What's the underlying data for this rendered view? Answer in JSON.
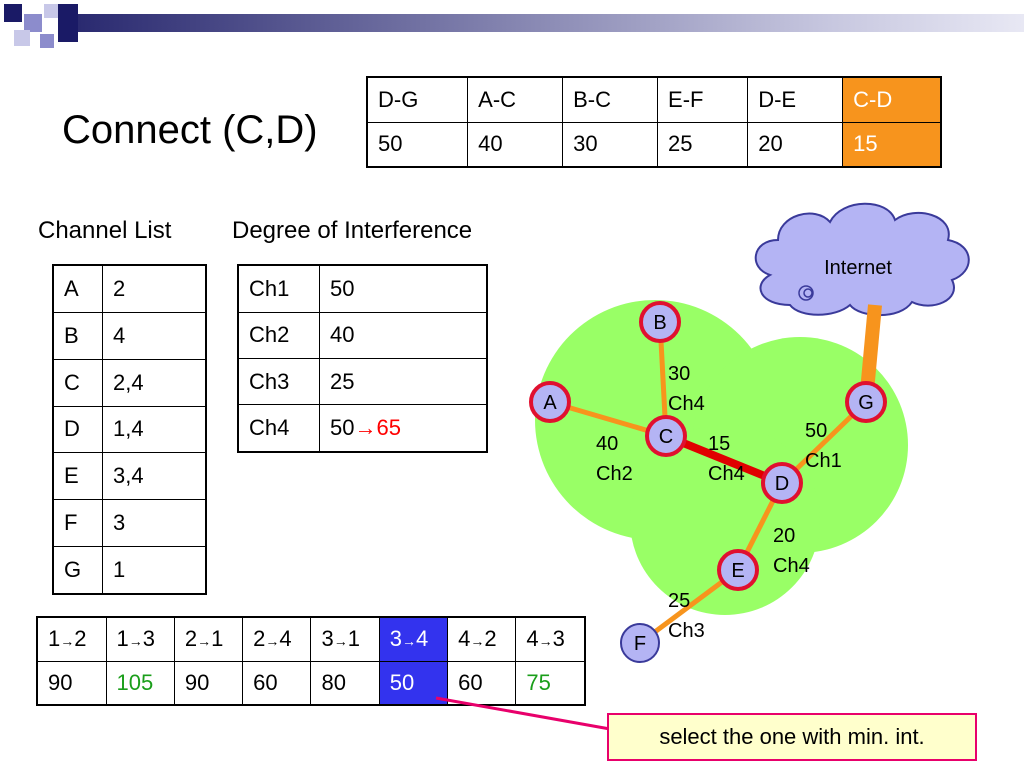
{
  "title": "Connect (C,D)",
  "edge_table": {
    "headers": [
      "D-G",
      "A-C",
      "B-C",
      "E-F",
      "D-E",
      "C-D"
    ],
    "values": [
      "50",
      "40",
      "30",
      "25",
      "20",
      "15"
    ],
    "highlight_color": "#f7941d"
  },
  "channel_list": {
    "caption": "Channel List",
    "rows": [
      {
        "node": "A",
        "channels": "2"
      },
      {
        "node": "B",
        "channels": "4"
      },
      {
        "node": "C",
        "channels": "2,4"
      },
      {
        "node": "D",
        "channels": "1,4"
      },
      {
        "node": "E",
        "channels": "3,4"
      },
      {
        "node": "F",
        "channels": "3"
      },
      {
        "node": "G",
        "channels": "1"
      }
    ]
  },
  "interference": {
    "caption": "Degree of Interference",
    "rows": [
      {
        "channel": "Ch1",
        "value": "50"
      },
      {
        "channel": "Ch2",
        "value": "40"
      },
      {
        "channel": "Ch3",
        "value": "25"
      },
      {
        "channel": "Ch4",
        "value": "50",
        "arrow": "→",
        "new_value": "65"
      }
    ]
  },
  "transition_table": {
    "headers": [
      {
        "from": "1",
        "to": "2"
      },
      {
        "from": "1",
        "to": "3"
      },
      {
        "from": "2",
        "to": "1"
      },
      {
        "from": "2",
        "to": "4"
      },
      {
        "from": "3",
        "to": "1"
      },
      {
        "from": "3",
        "to": "4"
      },
      {
        "from": "4",
        "to": "2"
      },
      {
        "from": "4",
        "to": "3"
      }
    ],
    "arrow": "→",
    "values": [
      "90",
      "105",
      "90",
      "60",
      "80",
      "50",
      "60",
      "75"
    ],
    "selected_color": "#3333ee",
    "green_color": "#1a9e1a"
  },
  "note": "select the one with min. int.",
  "graph": {
    "internet_label": "Internet",
    "nodes": {
      "A": "A",
      "B": "B",
      "C": "C",
      "D": "D",
      "E": "E",
      "F": "F",
      "G": "G"
    },
    "edge_labels": {
      "BC": [
        "30",
        "Ch4"
      ],
      "AC": [
        "40",
        "Ch2"
      ],
      "CD": [
        "15",
        "Ch4"
      ],
      "DG": [
        "50",
        "Ch1"
      ],
      "DE": [
        "20",
        "Ch4"
      ],
      "EF": [
        "25",
        "Ch3"
      ]
    },
    "colors": {
      "region": "#99ff66",
      "node_fill": "#b4b4f4",
      "node_border": "#e0102f",
      "edge": "#f7941d",
      "selected_edge": "#e00000",
      "cloud": "#b4b4f4"
    }
  }
}
